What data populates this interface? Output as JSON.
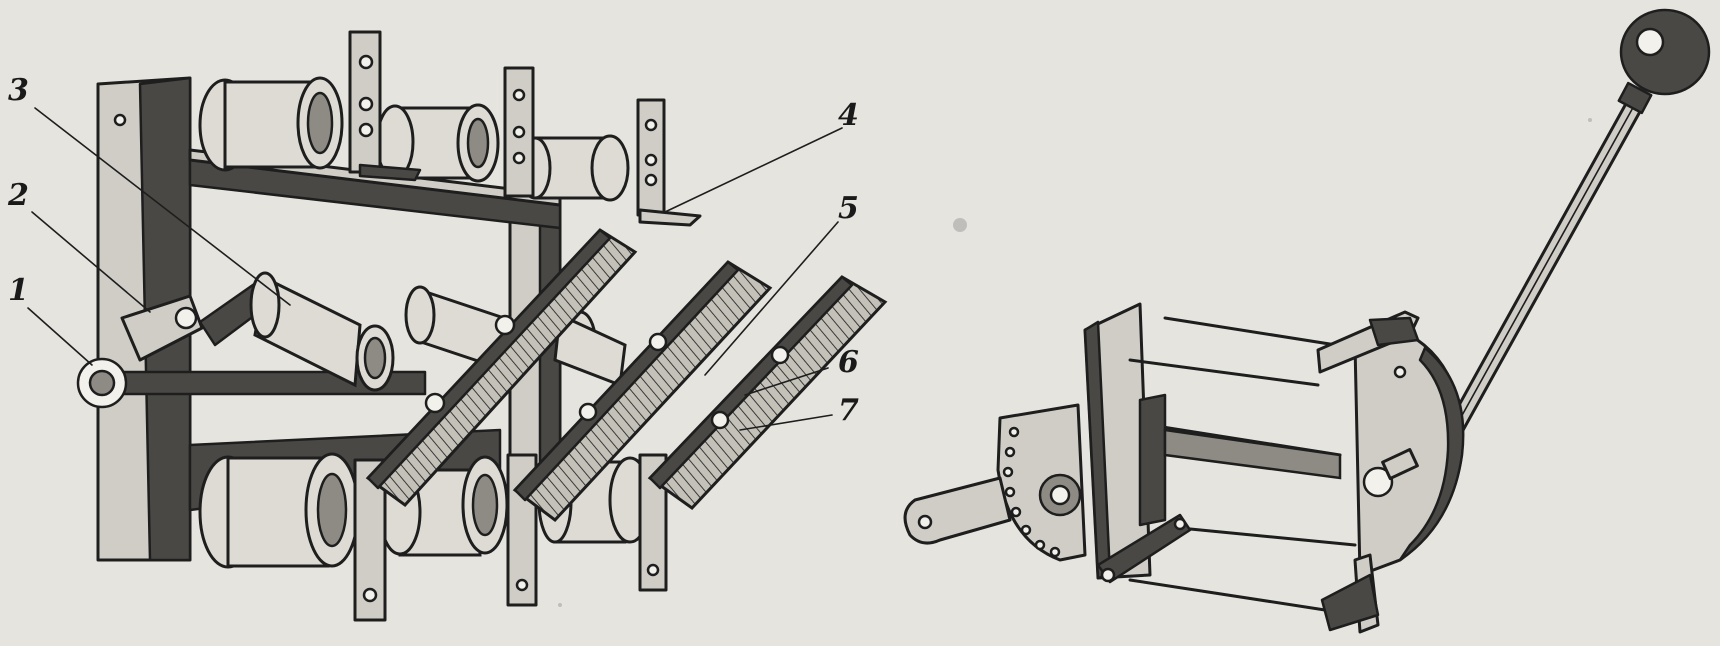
{
  "callouts": [
    {
      "id": "1",
      "text": "1"
    },
    {
      "id": "2",
      "text": "2"
    },
    {
      "id": "3",
      "text": "3"
    },
    {
      "id": "4",
      "text": "4"
    },
    {
      "id": "5",
      "text": "5"
    },
    {
      "id": "6",
      "text": "6"
    },
    {
      "id": "7",
      "text": "7"
    }
  ],
  "colors": {
    "paper": "#e6e4de",
    "ink": "#1e1e1e"
  }
}
